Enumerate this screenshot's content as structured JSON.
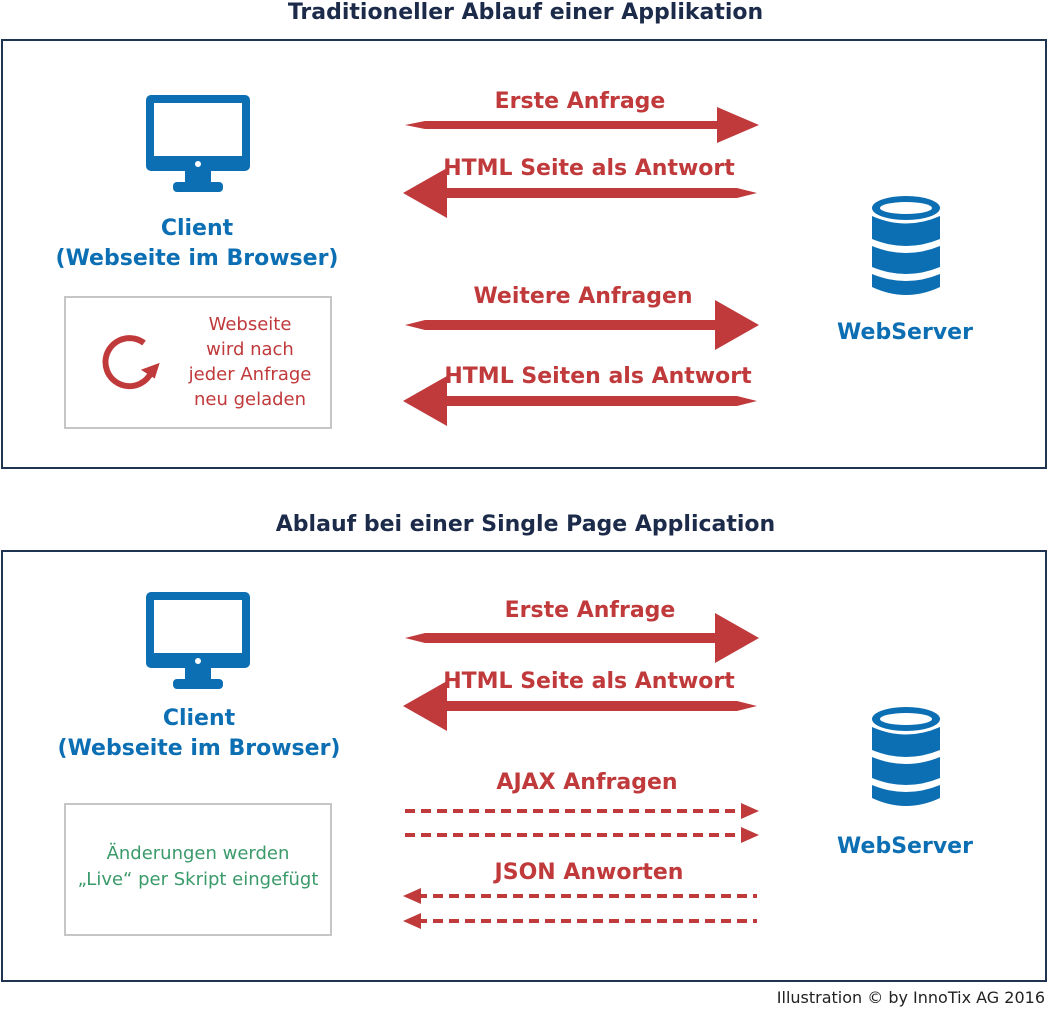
{
  "colors": {
    "arrow": "#c0393b",
    "accent_blue": "#0d6fb3",
    "frame": "#1f3450",
    "green_note": "#3a9a6a"
  },
  "traditional": {
    "title": "Traditioneller Ablauf einer Applikation",
    "client_line1": "Client",
    "client_line2": "(Webseite im Browser)",
    "server": "WebServer",
    "note_lines": [
      "Webseite",
      "wird nach",
      "jeder Anfrage",
      "neu geladen"
    ],
    "note_icon": "reload-icon",
    "arrows": [
      {
        "label": "Erste Anfrage",
        "direction": "right",
        "style": "solid"
      },
      {
        "label": "HTML Seite als Antwort",
        "direction": "left",
        "style": "solid"
      },
      {
        "label": "Weitere Anfragen",
        "direction": "right",
        "style": "solid"
      },
      {
        "label": "HTML Seiten als Antwort",
        "direction": "left",
        "style": "solid"
      }
    ]
  },
  "spa": {
    "title": "Ablauf bei einer Single Page Application",
    "client_line1": "Client",
    "client_line2": "(Webseite im Browser)",
    "server": "WebServer",
    "note_lines": [
      "Änderungen werden",
      "„Live“ per Skript eingefügt"
    ],
    "arrows": [
      {
        "label": "Erste Anfrage",
        "direction": "right",
        "style": "solid"
      },
      {
        "label": "HTML Seite als Antwort",
        "direction": "left",
        "style": "solid"
      },
      {
        "label": "AJAX Anfragen",
        "direction": "right",
        "style": "dashed"
      },
      {
        "label": "JSON Anworten",
        "direction": "left",
        "style": "dashed"
      }
    ]
  },
  "credit": "Illustration © by InnoTix AG 2016"
}
